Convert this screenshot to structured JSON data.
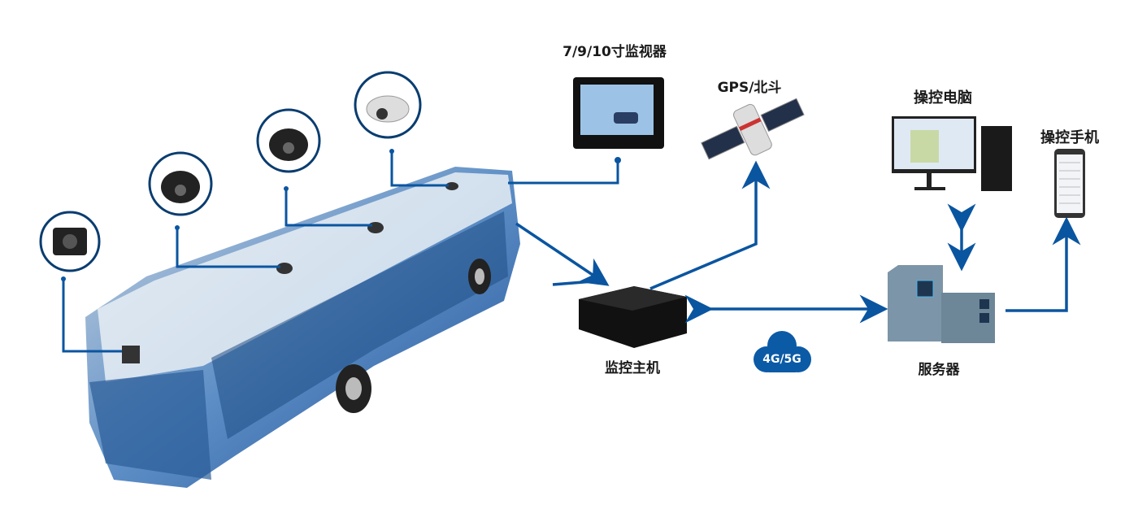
{
  "labels": {
    "monitor": "7/9/10寸监视器",
    "gps": "GPS/北斗",
    "pc": "操控电脑",
    "phone": "操控手机",
    "dvr": "监控主机",
    "server": "服务器",
    "network": "4G/5G"
  },
  "colors": {
    "line": "#0a55a0",
    "bus": "#2e6fb5",
    "cloud": "#0b5aa6"
  }
}
